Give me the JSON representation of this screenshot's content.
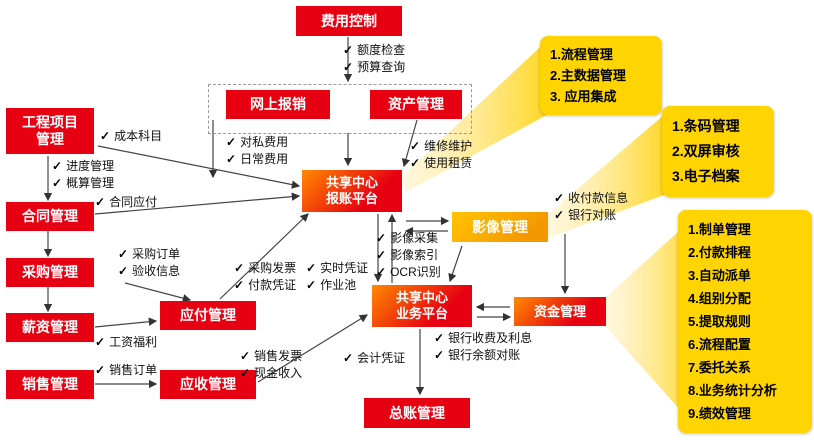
{
  "icons": {
    "check": "✓"
  },
  "colors": {
    "red": "#e60012",
    "gold": "#ffd400",
    "orange": "#f39800"
  },
  "nodes": {
    "fee_control": {
      "label": "费用控制"
    },
    "project": {
      "label": "工程项目\n管理"
    },
    "online_expense": {
      "label": "网上报销"
    },
    "asset": {
      "label": "资产管理"
    },
    "expense_platform": {
      "label": "共享中心\n报账平台"
    },
    "contract": {
      "label": "合同管理"
    },
    "imaging": {
      "label": "影像管理"
    },
    "purchase": {
      "label": "采购管理"
    },
    "ap": {
      "label": "应付管理"
    },
    "payroll": {
      "label": "薪资管理"
    },
    "business_platform": {
      "label": "共享中心\n业务平台"
    },
    "treasury": {
      "label": "资金管理"
    },
    "sales": {
      "label": "销售管理"
    },
    "ar": {
      "label": "应收管理"
    },
    "gl": {
      "label": "总账管理"
    }
  },
  "checklists": {
    "fee": {
      "items": [
        "额度检查",
        "预算查询"
      ]
    },
    "cost": {
      "items": [
        "成本科目"
      ]
    },
    "project": {
      "items": [
        "进度管理",
        "概算管理"
      ]
    },
    "private_expense": {
      "items": [
        "对私费用",
        "日常费用"
      ]
    },
    "asset": {
      "items": [
        "维修维护",
        "使用租赁"
      ]
    },
    "contract": {
      "items": [
        "合同应付"
      ]
    },
    "purchase": {
      "items": [
        "采购订单",
        "验收信息"
      ]
    },
    "ap_invoice": {
      "items": [
        "采购发票",
        "付款凭证"
      ]
    },
    "realtime": {
      "items": [
        "实时凭证",
        "作业池"
      ]
    },
    "imaging": {
      "items": [
        "影像采集",
        "影像索引",
        "OCR识别"
      ]
    },
    "bank_info": {
      "items": [
        "收付款信息",
        "银行对账"
      ]
    },
    "salary": {
      "items": [
        "工资福利"
      ]
    },
    "sales_invoice": {
      "items": [
        "销售发票",
        "现金收入"
      ]
    },
    "bank_fee": {
      "items": [
        "银行收费及利息",
        "银行余额对账"
      ]
    },
    "sales_order": {
      "items": [
        "销售订单"
      ]
    },
    "voucher": {
      "items": [
        "会计凭证"
      ]
    }
  },
  "callouts": {
    "platform": {
      "items": [
        "1.流程管理",
        "2.主数据管理",
        "3. 应用集成"
      ]
    },
    "imaging": {
      "items": [
        "1.条码管理",
        "2.双屏审核",
        "3.电子档案"
      ]
    },
    "treasury": {
      "items": [
        "1.制单管理",
        "2.付款排程",
        "3.自动派单",
        "4.组别分配",
        "5.提取规则",
        "6.流程配置",
        "7.委托关系",
        "8.业务统计分析",
        "9.绩效管理"
      ]
    }
  }
}
